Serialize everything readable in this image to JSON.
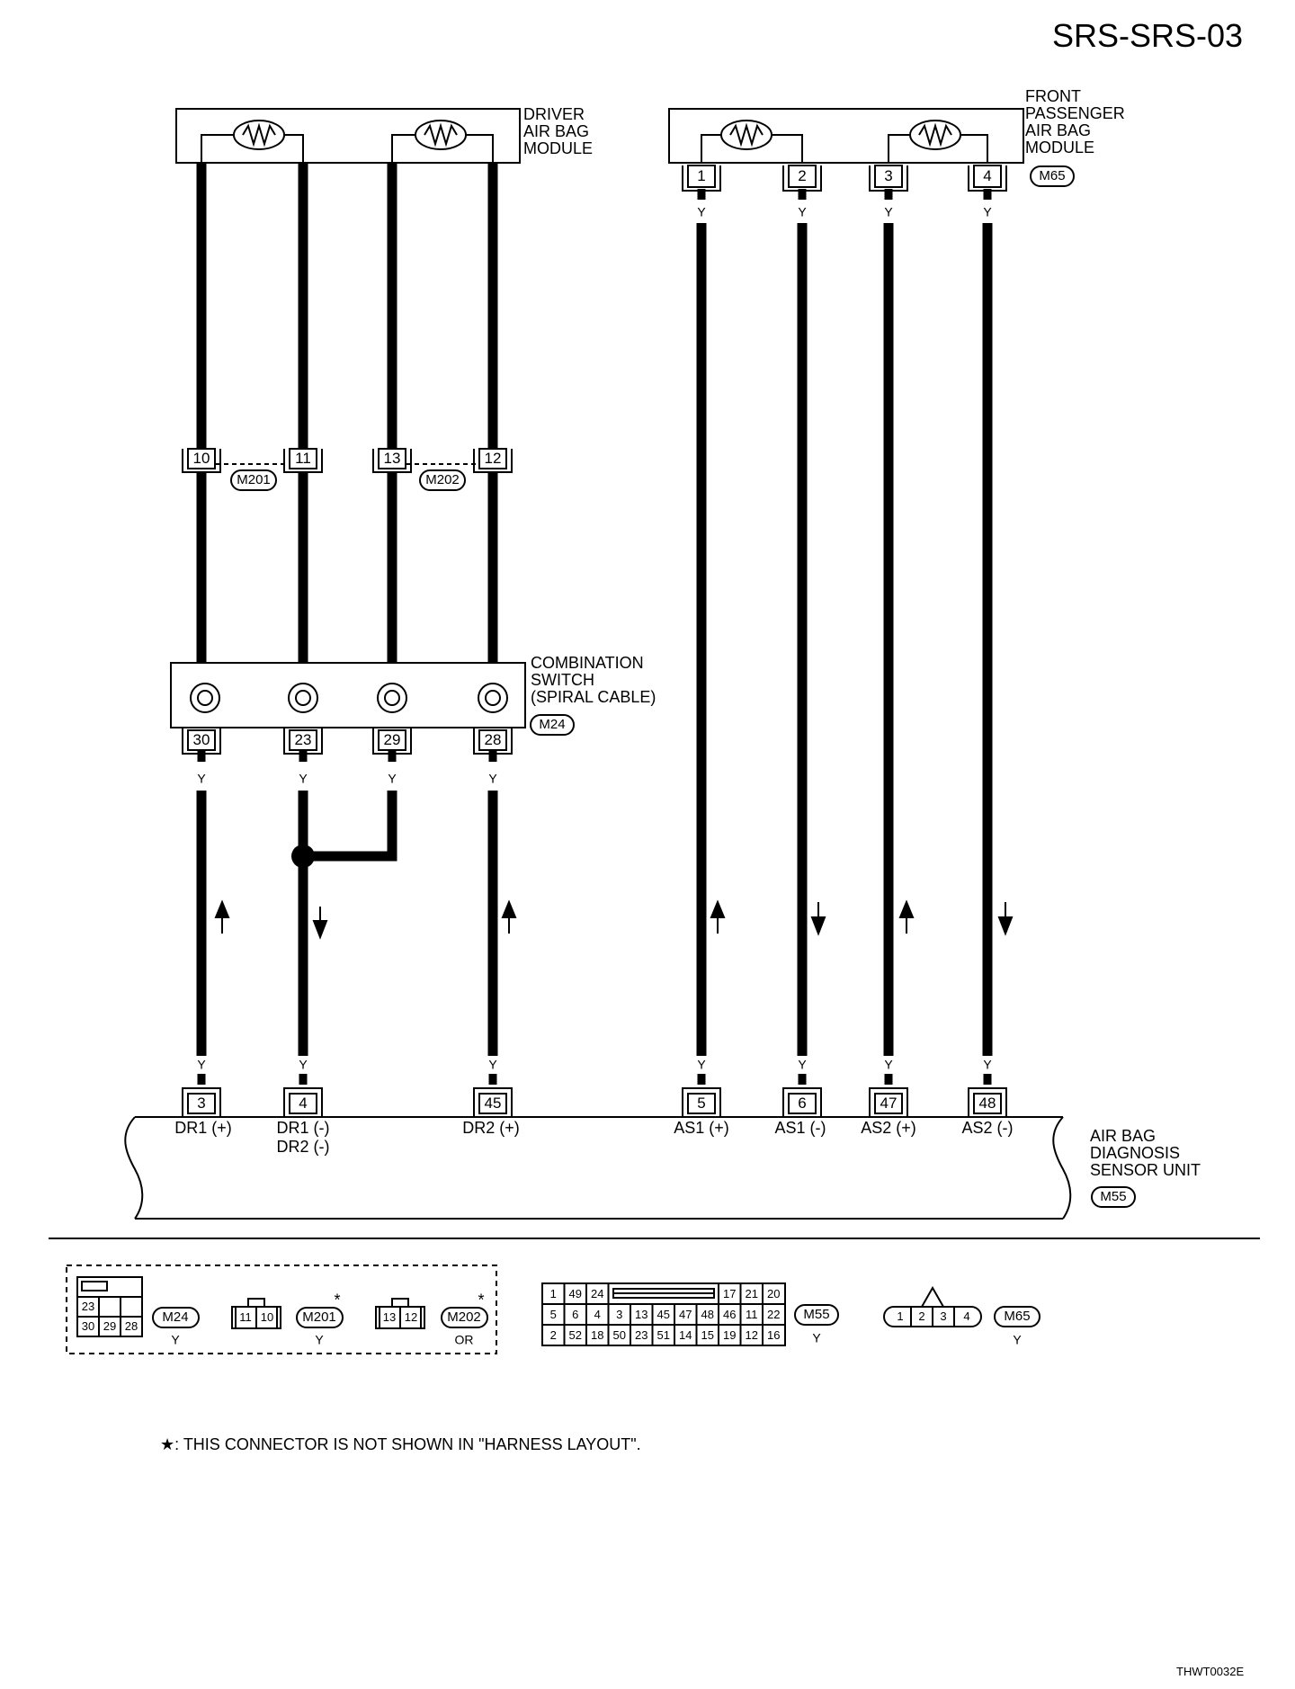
{
  "page_id": "SRS-SRS-03",
  "figure_code": "THWT0032E",
  "footnote": "★: THIS CONNECTOR IS NOT SHOWN IN \"HARNESS LAYOUT\".",
  "wire_color": "Y",
  "driver_module": {
    "lines": [
      "DRIVER",
      "AIR BAG",
      "MODULE"
    ]
  },
  "passenger_module": {
    "lines": [
      "FRONT",
      "PASSENGER",
      "AIR BAG",
      "MODULE"
    ],
    "connector": "M65"
  },
  "passenger_pins": [
    "1",
    "2",
    "3",
    "4"
  ],
  "harness_pins": [
    "10",
    "11",
    "13",
    "12"
  ],
  "harness_connectors": [
    "M201",
    "M202"
  ],
  "combination_switch": {
    "lines": [
      "COMBINATION",
      "SWITCH",
      "(SPIRAL CABLE)"
    ],
    "connector": "M24"
  },
  "switch_pins": [
    "30",
    "23",
    "29",
    "28"
  ],
  "sensor_unit": {
    "lines": [
      "AIR BAG",
      "DIAGNOSIS",
      "SENSOR UNIT"
    ],
    "connector": "M55"
  },
  "sensor_pins": [
    {
      "pin": "3",
      "label": "DR1 (+)"
    },
    {
      "pin": "4",
      "label": "DR1 (-)",
      "label2": "DR2 (-)"
    },
    {
      "pin": "45",
      "label": "DR2 (+)"
    },
    {
      "pin": "5",
      "label": "AS1 (+)"
    },
    {
      "pin": "6",
      "label": "AS1 (-)"
    },
    {
      "pin": "47",
      "label": "AS2 (+)"
    },
    {
      "pin": "48",
      "label": "AS2 (-)"
    }
  ],
  "legend": {
    "m24": {
      "name": "M24",
      "color": "Y",
      "top": [
        "23"
      ],
      "bottom": [
        "30",
        "29",
        "28"
      ]
    },
    "m201": {
      "name": "M201",
      "color": "Y",
      "pins": [
        "11",
        "10"
      ],
      "mark": "*"
    },
    "m202": {
      "name": "M202",
      "color": "OR",
      "pins": [
        "13",
        "12"
      ],
      "mark": "*"
    },
    "m55": {
      "name": "M55",
      "color": "Y",
      "row1": [
        "1",
        "49",
        "24",
        "17",
        "21",
        "20"
      ],
      "row2": [
        "5",
        "6",
        "4",
        "3",
        "13",
        "45",
        "47",
        "48",
        "46",
        "11",
        "22"
      ],
      "row3": [
        "2",
        "52",
        "18",
        "50",
        "23",
        "51",
        "14",
        "15",
        "19",
        "12",
        "16"
      ]
    },
    "m65": {
      "name": "M65",
      "color": "Y",
      "pins": [
        "1",
        "2",
        "3",
        "4"
      ]
    }
  }
}
